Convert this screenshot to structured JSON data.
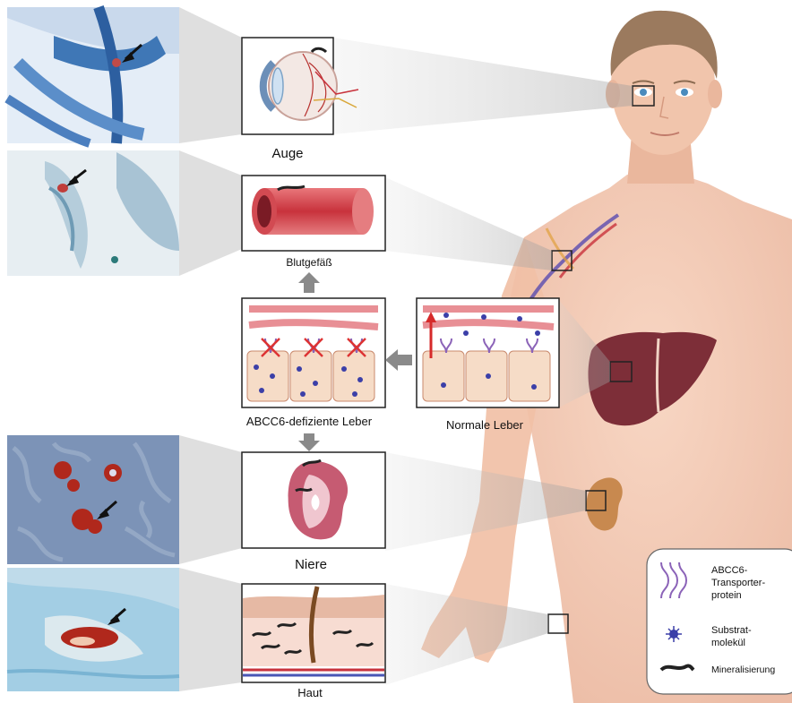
{
  "labels": {
    "eye": "Auge",
    "vessel": "Blutgefäß",
    "deficient_liver": "ABCC6-defiziente Leber",
    "normal_liver": "Normale Leber",
    "kidney": "Niere",
    "skin": "Haut"
  },
  "legend": {
    "transporter": [
      "ABCC6-",
      "Transporter-",
      "protein"
    ],
    "substrate": [
      "Substrat-",
      "molekül"
    ],
    "mineral": "Mineralisierung"
  },
  "colors": {
    "skin_tone": "#f3c6ad",
    "hair": "#9b7a5e",
    "liver": "#7d2e38",
    "kidney": "#c8894f",
    "vessel": "#c8323c",
    "transporter": "#8b63b8",
    "substrate": "#3b3fa8",
    "micro_blue": "#4c7fbf",
    "deposit": "#b0281c",
    "arrow_gray": "#8a8a8a"
  },
  "icons": [
    "black-arrow-icon",
    "gray-arrow-icon",
    "transporter-icon",
    "substrate-icon",
    "mineral-icon"
  ]
}
